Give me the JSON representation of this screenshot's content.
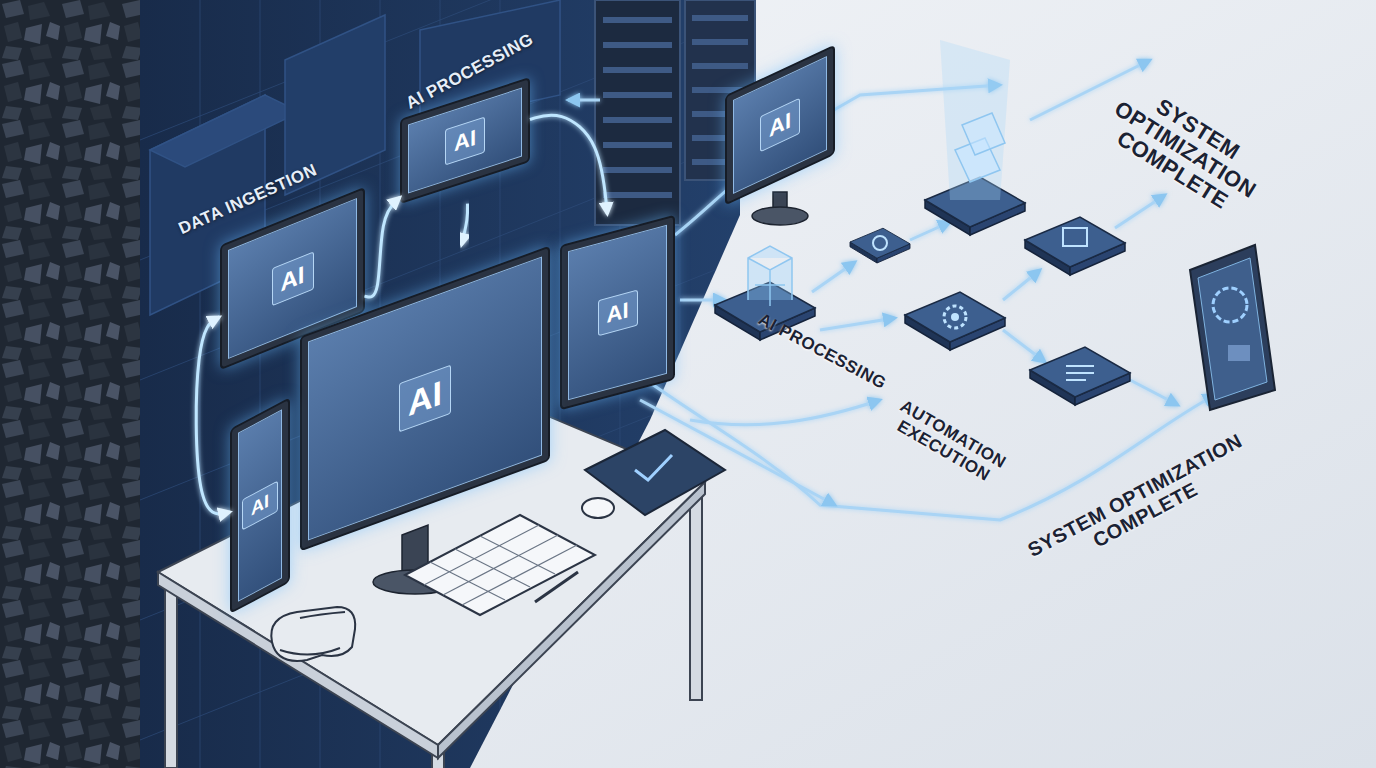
{
  "diagram": {
    "nodes": [
      {
        "text": [
          "AI"
        ]
      },
      {
        "text": [
          "AI"
        ]
      },
      {
        "text": [
          "AI"
        ]
      },
      {
        "text": [
          "AI"
        ]
      },
      {
        "text": [
          "AI"
        ]
      },
      {
        "text": [
          "AI"
        ]
      }
    ],
    "edges": [
      {
        "from": 2,
        "to": 1,
        "arrow": "to"
      },
      {
        "from": 1,
        "to": 4,
        "arrow": "to"
      },
      {
        "from": 1,
        "to": 3,
        "arrow": "to"
      },
      {
        "from": 5,
        "to": 2,
        "arrow": "both"
      }
    ],
    "labels": [
      "DATA INGESTION",
      "AI PROCESSING",
      "AI PROCESSING",
      "AUTOMATION EXECUTION",
      "SYSTEM OPTIMIZATION COMPLETE",
      "SYSTEM OPTIMIZATION COMPLETE"
    ]
  }
}
